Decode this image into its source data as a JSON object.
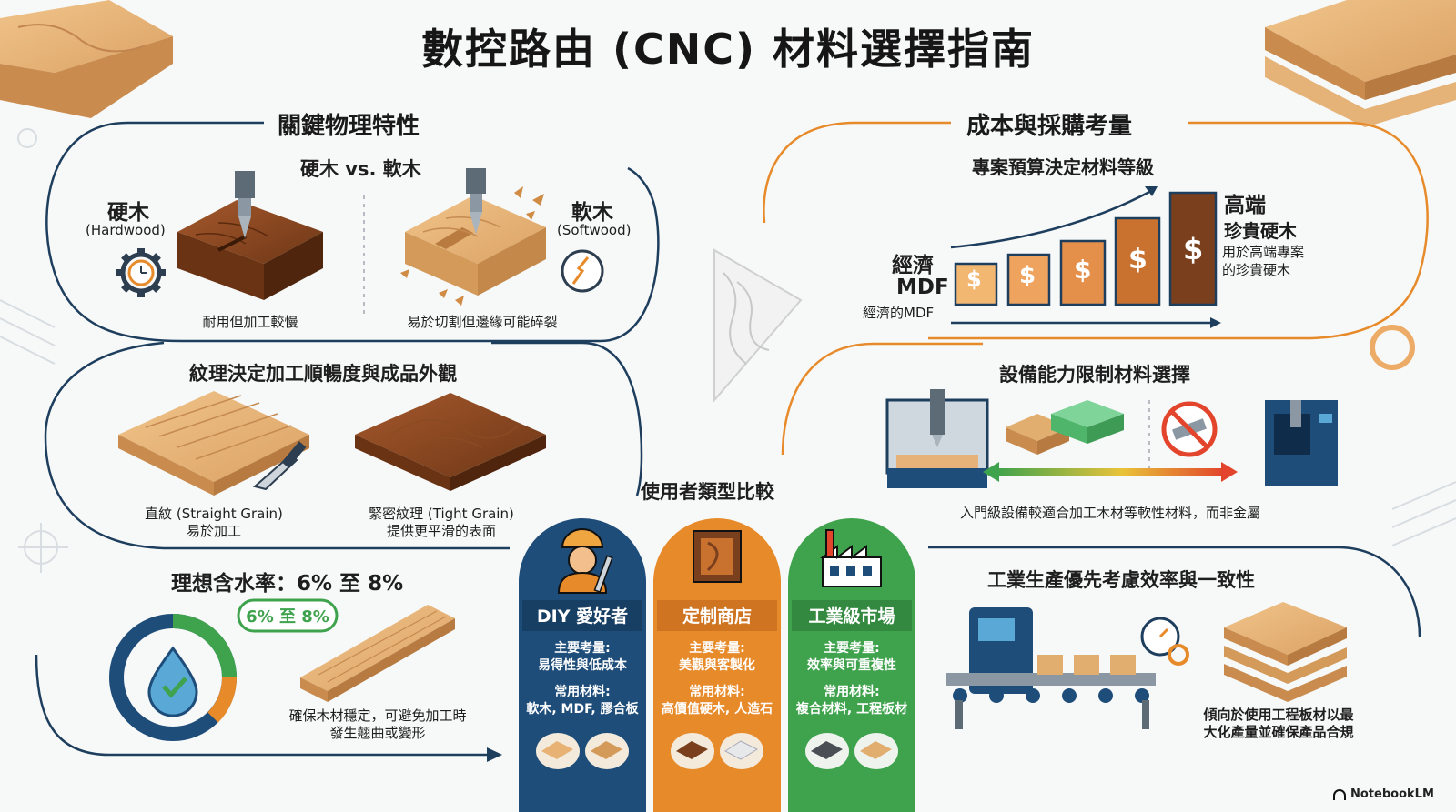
{
  "title": "數控路由 (CNC) 材料選擇指南",
  "physical": {
    "heading": "關鍵物理特性",
    "subheading": "硬木 vs. 軟木",
    "hardwood": {
      "name": "硬木",
      "name_en": "(Hardwood)",
      "caption": "耐用但加工較慢"
    },
    "softwood": {
      "name": "軟木",
      "name_en": "(Softwood)",
      "caption": "易於切割但邊緣可能碎裂"
    }
  },
  "grain": {
    "heading": "紋理決定加工順暢度與成品外觀",
    "straight": {
      "line1": "直紋 (Straight Grain)",
      "line2": "易於加工"
    },
    "tight": {
      "line1": "緊密紋理 (Tight Grain)",
      "line2": "提供更平滑的表面"
    }
  },
  "moisture": {
    "heading": "理想含水率：6% 至 8%",
    "badge": "6% 至 8%",
    "caption_line1": "確保木材穩定，可避免加工時",
    "caption_line2": "發生翹曲或變形",
    "gauge_fraction": 0.25
  },
  "cost": {
    "heading": "成本與採購考量",
    "subheading": "專案預算決定材料等級",
    "low": {
      "line1": "經濟",
      "line2": "MDF",
      "caption": "經濟的MDF"
    },
    "high": {
      "line1": "高端",
      "line2": "珍貴硬木",
      "caption1": "用於高端專案",
      "caption2": "的珍貴硬木"
    },
    "currency_symbol": "$"
  },
  "equipment": {
    "heading": "設備能力限制材料選擇",
    "caption": "入門級設備較適合加工木材等軟性材料，而非金屬"
  },
  "users": {
    "heading": "使用者類型比較",
    "columns": [
      {
        "title": "DIY 愛好者",
        "focus_label": "主要考量:",
        "focus": "易得性與低成本",
        "materials_label": "常用材料:",
        "materials": "軟木, MDF, 膠合板",
        "color": "#1e4d7a"
      },
      {
        "title": "定制商店",
        "focus_label": "主要考量:",
        "focus": "美觀與客製化",
        "materials_label": "常用材料:",
        "materials": "高價值硬木, 人造石",
        "color": "#e78a2a"
      },
      {
        "title": "工業級市場",
        "focus_label": "主要考量:",
        "focus": "效率與可重複性",
        "materials_label": "常用材料:",
        "materials": "複合材料, 工程板材",
        "color": "#3fa34d"
      }
    ]
  },
  "industry": {
    "heading": "工業生產優先考慮效率與一致性",
    "caption_line1": "傾向於使用工程板材以最",
    "caption_line2": "大化產量並確保產品合規"
  },
  "footer": {
    "brand": "NotebookLM"
  },
  "colors": {
    "navy": "#1e4d7a",
    "orange": "#e78a2a",
    "green": "#3fa34d",
    "wood": "#d9a266",
    "dark_wood": "#7a3f1c"
  }
}
